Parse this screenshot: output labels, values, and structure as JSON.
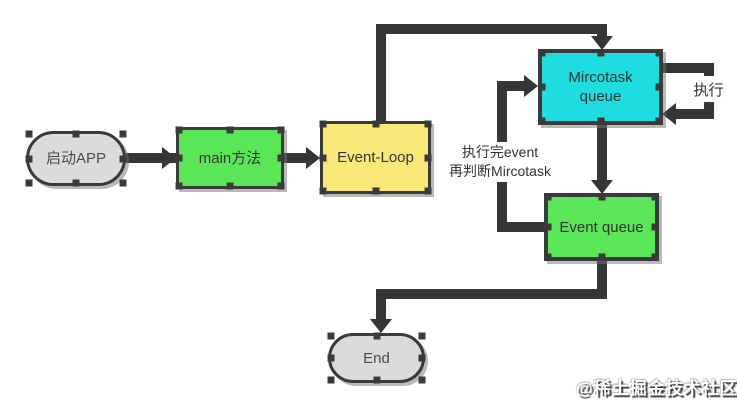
{
  "nodes": {
    "start": {
      "label": "启动APP"
    },
    "main": {
      "label": "main方法"
    },
    "event_loop": {
      "label": "Event-Loop"
    },
    "microtask_queue": {
      "label": "Mircotask queue"
    },
    "event_queue": {
      "label": "Event queue"
    },
    "end": {
      "label": "End"
    }
  },
  "edge_labels": {
    "execute": "执行",
    "after_event_line1": "执行完event",
    "after_event_line2": "再判断Mircotask"
  },
  "watermark": "@稀土掘金技术社区",
  "colors": {
    "start_fill": "#DBDBDB",
    "main_fill": "#5BE65A",
    "event_loop_fill": "#F8E878",
    "microtask_fill": "#1FDCDF",
    "event_queue_fill": "#5BE65A",
    "end_fill": "#DBDBDB",
    "line": "#363636",
    "label_bg": "#FFFFFF"
  }
}
